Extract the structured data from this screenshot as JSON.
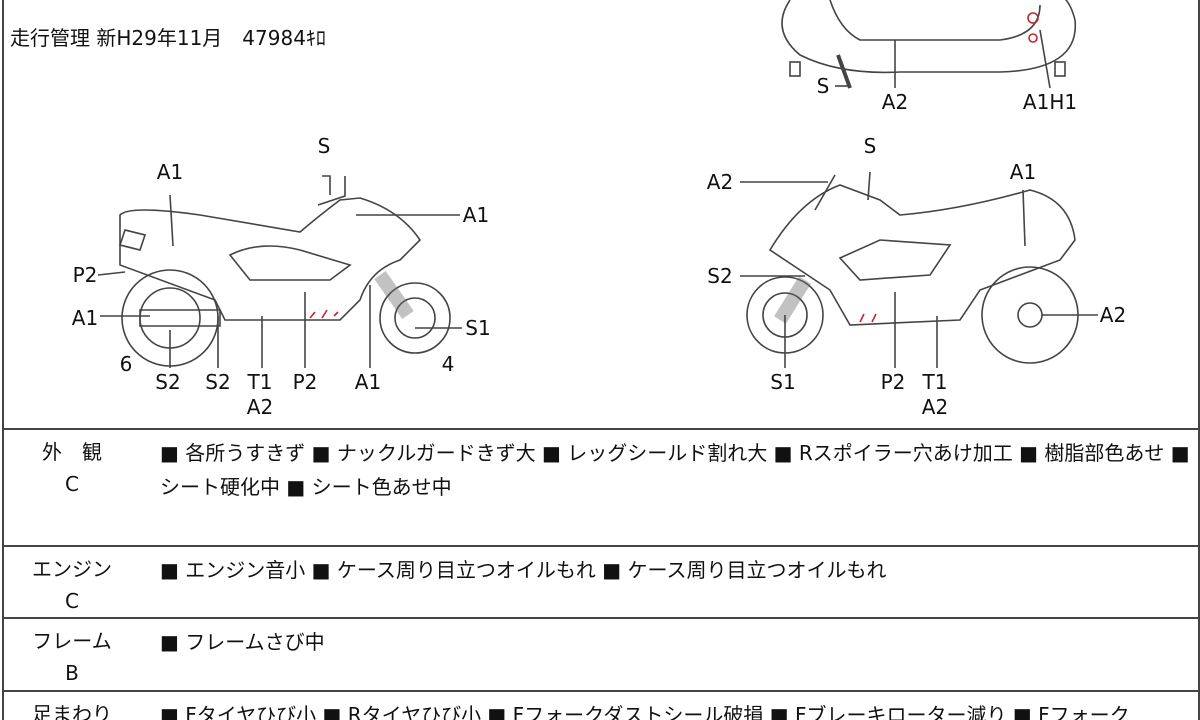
{
  "header": {
    "mileage": "走行管理 新H29年11月　47984ｷﾛ"
  },
  "diagram": {
    "top_view_labels": [
      "S",
      "A2",
      "A1H1"
    ],
    "left_side_labels": [
      "A1",
      "S",
      "A1",
      "P2",
      "A1",
      "S1",
      "6",
      "4",
      "S2",
      "S2",
      "T1",
      "P2",
      "A1",
      "A2"
    ],
    "right_side_labels": [
      "S",
      "A2",
      "A1",
      "S2",
      "A2",
      "S1",
      "P2",
      "T1",
      "A2"
    ],
    "damage_mark_color": "#c0262b"
  },
  "sections": [
    {
      "label": "外　観",
      "grade": "C",
      "text": "■ 各所うすきず ■ ナックルガードきず大 ■ レッグシールド割れ大 ■ Rスポイラー穴あけ加工 ■ 樹脂部色あせ ■ シート硬化中 ■ シート色あせ中"
    },
    {
      "label": "エンジン",
      "grade": "C",
      "text": "■ エンジン音小 ■ ケース周り目立つオイルもれ ■ ケース周り目立つオイルもれ"
    },
    {
      "label": "フレーム",
      "grade": "B",
      "text": "■ フレームさび中"
    },
    {
      "label": "足まわり",
      "grade": "",
      "text": "■ Fタイヤひび小 ■ Rタイヤひび小 ■ Fフォークダストシール破損 ■ Fブレーキローター減り ■ Fフォーク"
    }
  ]
}
